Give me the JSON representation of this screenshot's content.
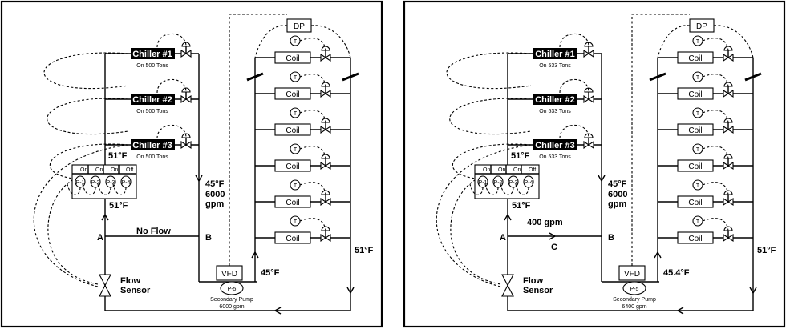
{
  "panels": [
    {
      "chillers": [
        {
          "name": "Chiller #1",
          "status": "On 500 Tons"
        },
        {
          "name": "Chiller #2",
          "status": "On 500 Tons"
        },
        {
          "name": "Chiller #3",
          "status": "On 500 Tons"
        }
      ],
      "primary_pumps": [
        "P-1",
        "P-2",
        "P-3",
        "P-4"
      ],
      "pump_status": [
        "On",
        "On",
        "On",
        "Off"
      ],
      "temp_chiller_return": "51°F",
      "temp_pump_header": "51°F",
      "supply_temp": "45°F",
      "supply_flow": "6000",
      "supply_flow_unit": "gpm",
      "bypass_label": "No Flow",
      "bypass_flow_label": "",
      "bypass_point_c": "",
      "point_a": "A",
      "point_b": "B",
      "vfd_label": "VFD",
      "secondary_pump": "P-5",
      "secondary_pump_title": "Secondary Pump",
      "secondary_pump_flow": "6000 gpm",
      "secondary_supply_temp": "45°F",
      "return_temp": "51°F",
      "dp_label": "DP",
      "coil_label": "Coil",
      "thermostat_symbol": "T",
      "flow_sensor_label_1": "Flow",
      "flow_sensor_label_2": "Sensor"
    },
    {
      "chillers": [
        {
          "name": "Chiller #1",
          "status": "On 533 Tons"
        },
        {
          "name": "Chiller #2",
          "status": "On 533 Tons"
        },
        {
          "name": "Chiller #3",
          "status": "On 533 Tons"
        }
      ],
      "primary_pumps": [
        "P-1",
        "P-2",
        "P-3",
        "P-4"
      ],
      "pump_status": [
        "On",
        "On",
        "On",
        "Off"
      ],
      "temp_chiller_return": "51°F",
      "temp_pump_header": "51°F",
      "supply_temp": "45°F",
      "supply_flow": "6000",
      "supply_flow_unit": "gpm",
      "bypass_label": "",
      "bypass_flow_label": "400 gpm",
      "bypass_point_c": "C",
      "point_a": "A",
      "point_b": "B",
      "vfd_label": "VFD",
      "secondary_pump": "P-5",
      "secondary_pump_title": "Secondary Pump",
      "secondary_pump_flow": "6400 gpm",
      "secondary_supply_temp": "45.4°F",
      "return_temp": "51°F",
      "dp_label": "DP",
      "coil_label": "Coil",
      "thermostat_symbol": "T",
      "flow_sensor_label_1": "Flow",
      "flow_sensor_label_2": "Sensor"
    }
  ]
}
